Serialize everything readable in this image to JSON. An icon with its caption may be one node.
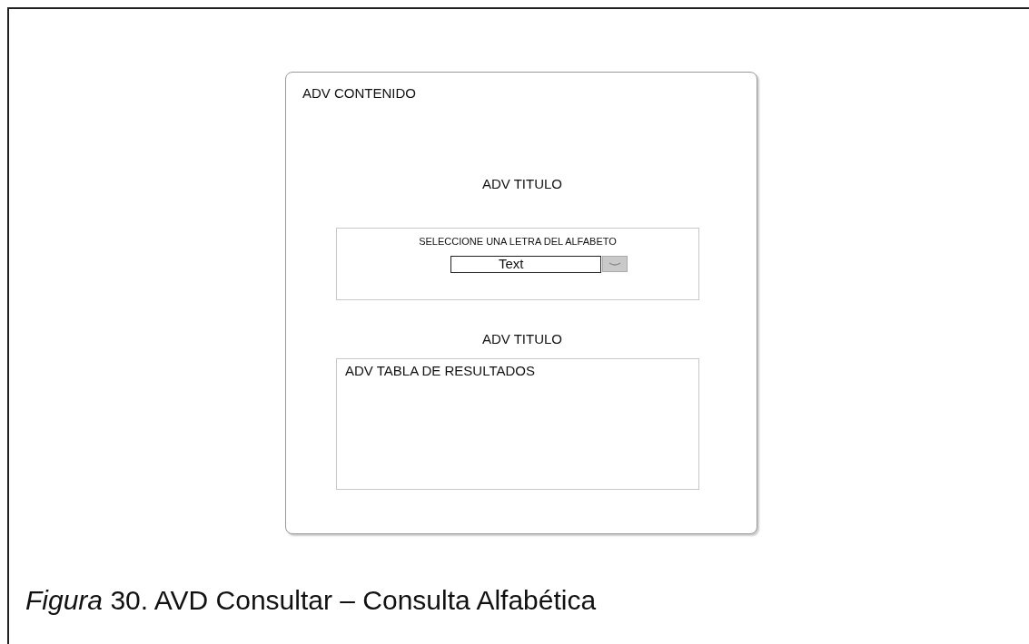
{
  "diagram": {
    "caption": "*Figura*  30. AVD Consultar – Consulta Alfabética",
    "nodes": [
      {
        "text": [
          "ADV CONTENIDO"
        ]
      },
      {
        "text": [
          "SELECCIONE UNA LETRA DEL ALFABETO"
        ],
        "in": 0
      },
      {
        "text": [
          "Text"
        ],
        "in": 1
      },
      {
        "text": [
          "ADV TABLA DE RESULTADOS"
        ],
        "in": 0
      }
    ],
    "labels": [
      "ADV TITULO",
      "ADV TITULO"
    ]
  }
}
